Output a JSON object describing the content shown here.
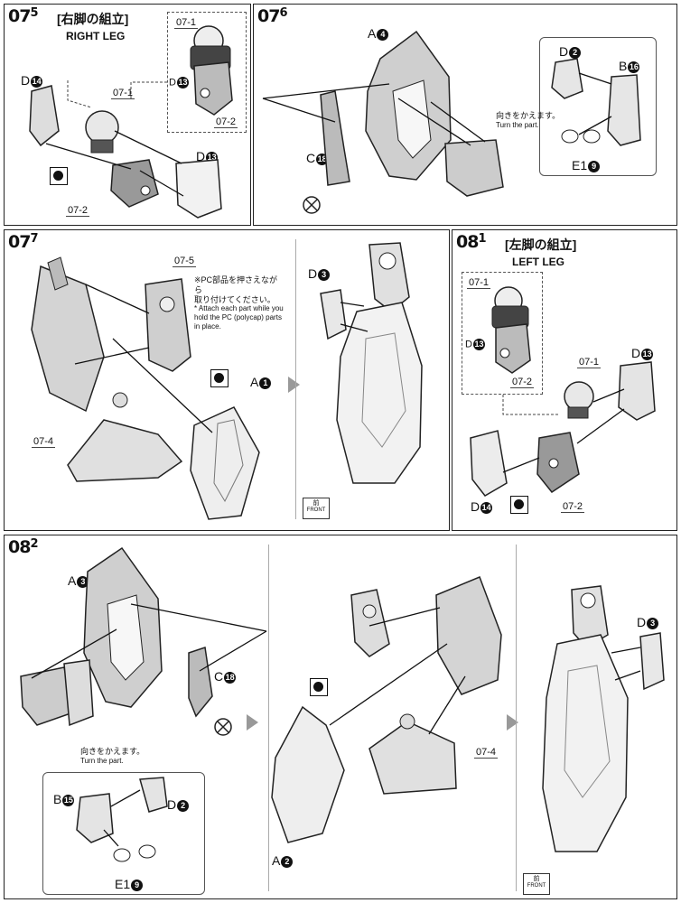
{
  "steps": {
    "s07_5": {
      "num": "07",
      "sub": "5",
      "title_jp": "[右脚の組立]",
      "title_en": "RIGHT LEG",
      "labels": {
        "d14": "D",
        "d14n": "14",
        "ref071": "07-1",
        "ref072": "07-2",
        "d13": "D",
        "d13n": "13",
        "inset_ref071": "07-1",
        "inset_d13": "D",
        "inset_d13n": "13",
        "inset_ref072": "07-2"
      }
    },
    "s07_6": {
      "num": "07",
      "sub": "6",
      "labels": {
        "a4": "A",
        "a4n": "4",
        "c18": "C",
        "c18n": "18",
        "d2": "D",
        "d2n": "2",
        "b16": "B",
        "b16n": "16",
        "e1": "E1",
        "e1n": "9",
        "turn_jp": "向きをかえます。",
        "turn_en": "Turn the part."
      }
    },
    "s07_7": {
      "num": "07",
      "sub": "7",
      "labels": {
        "ref075": "07-5",
        "ref074": "07-4",
        "a1": "A",
        "a1n": "1",
        "d3": "D",
        "d3n": "3",
        "pc_note_jp1": "※PC部品を押さえながら",
        "pc_note_jp2": "取り付けてください。",
        "pc_note_en": "* Attach each part while you hold the PC (polycap) parts in place.",
        "front_jp": "前",
        "front_en": "FRONT"
      }
    },
    "s08_1": {
      "num": "08",
      "sub": "1",
      "title_jp": "[左脚の組立]",
      "title_en": "LEFT LEG",
      "labels": {
        "inset_ref071": "07-1",
        "inset_d13": "D",
        "inset_d13n": "13",
        "inset_ref072": "07-2",
        "ref071": "07-1",
        "d13": "D",
        "d13n": "13",
        "d14": "D",
        "d14n": "14",
        "ref072": "07-2"
      }
    },
    "s08_2": {
      "num": "08",
      "sub": "2",
      "labels": {
        "a3": "A",
        "a3n": "3",
        "c18": "C",
        "c18n": "18",
        "turn_jp": "向きをかえます。",
        "turn_en": "Turn the part.",
        "b15": "B",
        "b15n": "15",
        "d2": "D",
        "d2n": "2",
        "e1": "E1",
        "e1n": "9",
        "a2": "A",
        "a2n": "2",
        "ref074": "07-4",
        "d3": "D",
        "d3n": "3",
        "front_jp": "前",
        "front_en": "FRONT"
      }
    }
  }
}
